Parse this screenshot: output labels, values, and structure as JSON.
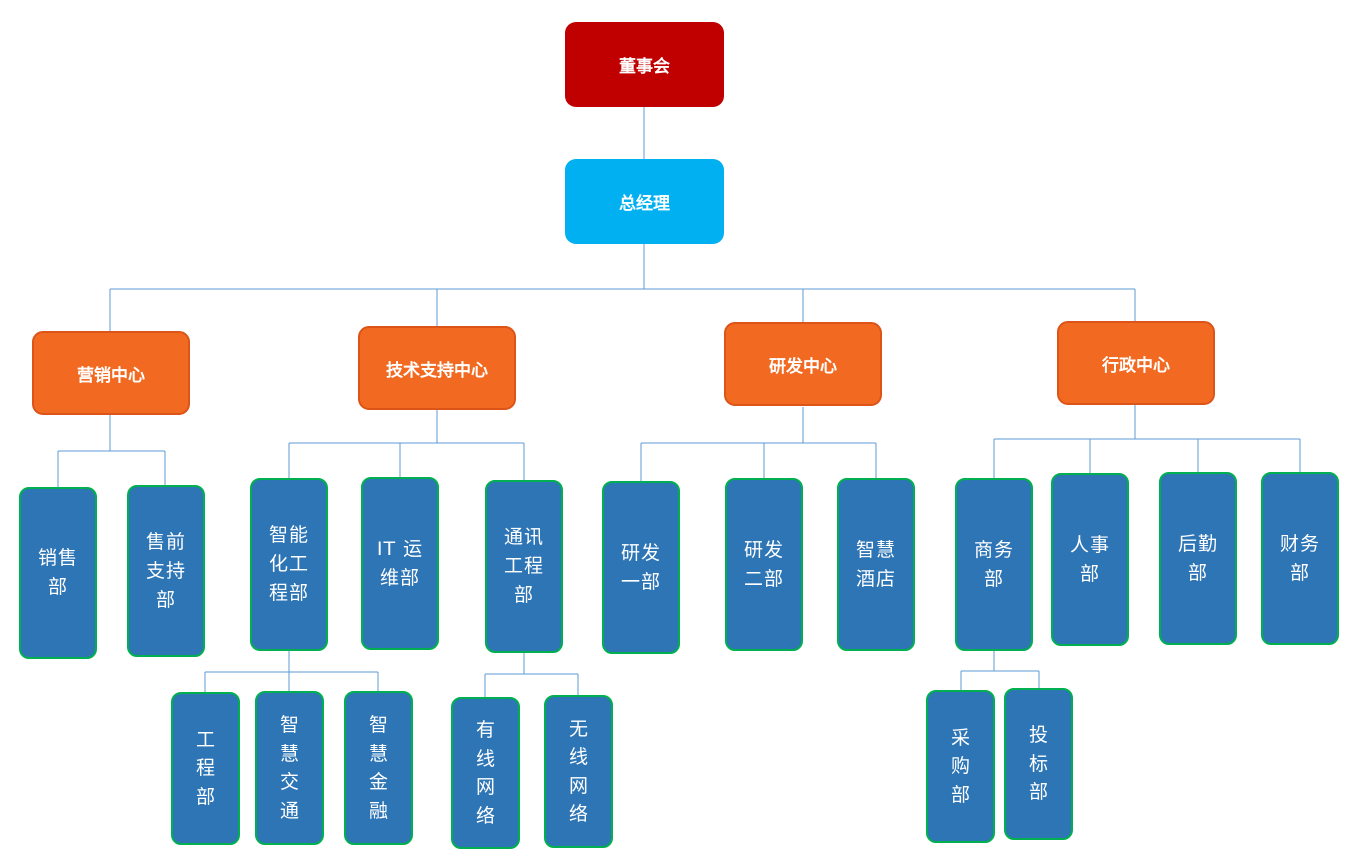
{
  "colors": {
    "board": "#C00000",
    "gm": "#00B0F0",
    "center": "#F26A21",
    "department": "#2E75B6",
    "department_border": "#00B050",
    "connector": "#5B9BD5"
  },
  "org": {
    "board": {
      "label": "董事会"
    },
    "general_manager": {
      "label": "总经理"
    },
    "centers": [
      {
        "label": "营销中心",
        "departments": [
          {
            "label": "销售\n部"
          },
          {
            "label": "售前\n支持\n部"
          }
        ]
      },
      {
        "label": "技术支持中心",
        "departments": [
          {
            "label": "智能\n化工\n程部",
            "units": [
              {
                "label": "工\n程\n部"
              },
              {
                "label": "智\n慧\n交\n通"
              },
              {
                "label": "智\n慧\n金\n融"
              }
            ]
          },
          {
            "label": "IT 运\n维部"
          },
          {
            "label": "通讯\n工程\n部",
            "units": [
              {
                "label": "有\n线\n网\n络"
              },
              {
                "label": "无\n线\n网\n络"
              }
            ]
          }
        ]
      },
      {
        "label": "研发中心",
        "departments": [
          {
            "label": "研发\n一部"
          },
          {
            "label": "研发\n二部"
          },
          {
            "label": "智慧\n酒店"
          }
        ]
      },
      {
        "label": "行政中心",
        "departments": [
          {
            "label": "商务\n部",
            "units": [
              {
                "label": "采\n购\n部"
              },
              {
                "label": "投\n标\n部"
              }
            ]
          },
          {
            "label": "人事\n部"
          },
          {
            "label": "后勤\n部"
          },
          {
            "label": "财务\n部"
          }
        ]
      }
    ]
  }
}
